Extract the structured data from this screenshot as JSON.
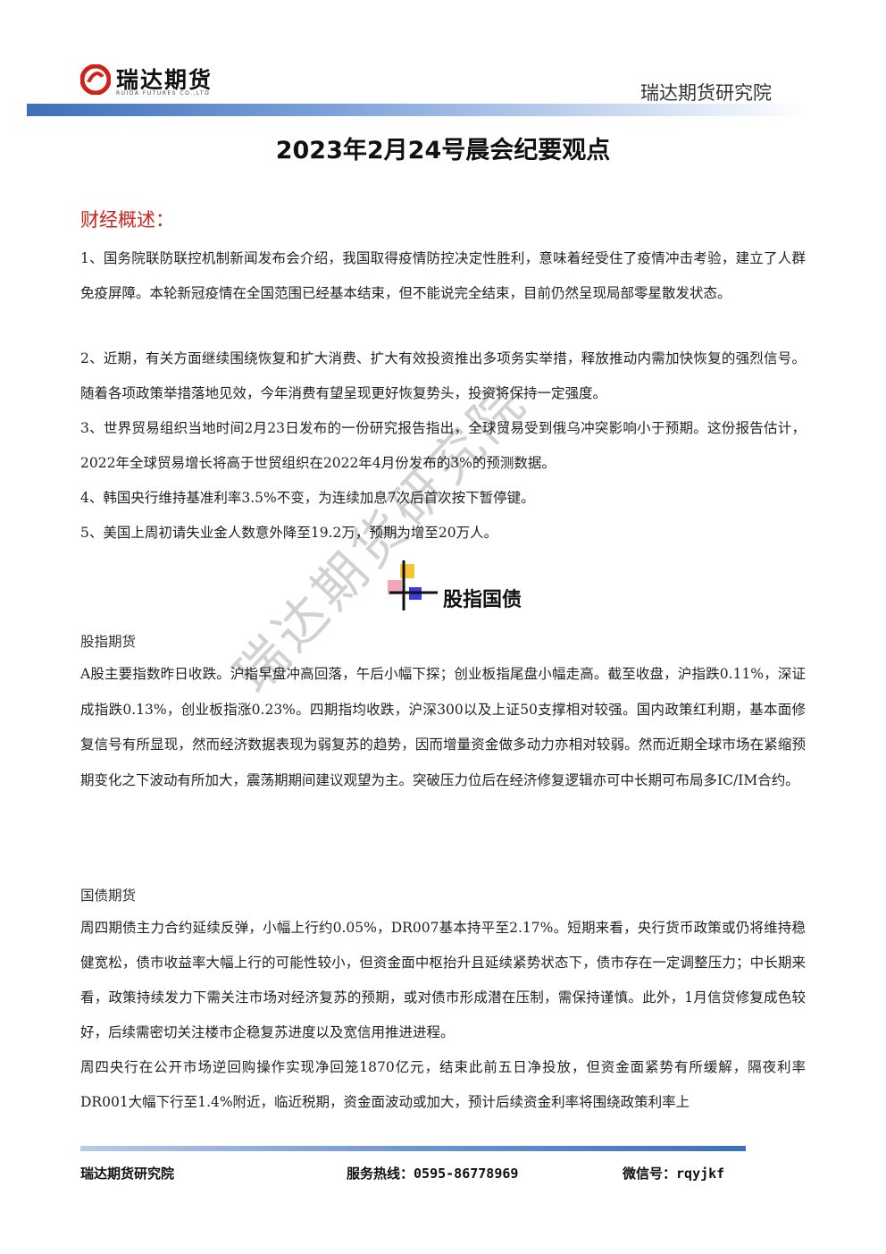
{
  "header": {
    "logo_text": "瑞达期货",
    "logo_sub": "RUIDA FUTURES CO.,LTD",
    "institute": "瑞达期货研究院"
  },
  "title": "2023年2月24号晨会纪要观点",
  "finance": {
    "heading": "财经概述：",
    "items": [
      "1、国务院联防联控机制新闻发布会介绍，我国取得疫情防控决定性胜利，意味着经受住了疫情冲击考验，建立了人群免疫屏障。本轮新冠疫情在全国范围已经基本结束，但不能说完全结束，目前仍然呈现局部零星散发状态。",
      "2、近期，有关方面继续围绕恢复和扩大消费、扩大有效投资推出多项务实举措，释放推动内需加快恢复的强烈信号。随着各项政策举措落地见效，今年消费有望呈现更好恢复势头，投资将保持一定强度。",
      "3、世界贸易组织当地时间2月23日发布的一份研究报告指出，全球贸易受到俄乌冲突影响小于预期。这份报告估计，2022年全球贸易增长将高于世贸组织在2022年4月份发布的3%的预测数据。",
      "4、韩国央行维持基准利率3.5%不变，为连续加息7次后首次按下暂停键。",
      "5、美国上周初请失业金人数意外降至19.2万，预期为增至20万人。"
    ]
  },
  "section2": {
    "heading": "股指国债",
    "stock": {
      "label": "股指期货",
      "text": "A股主要指数昨日收跌。沪指早盘冲高回落，午后小幅下探；创业板指尾盘小幅走高。截至收盘，沪指跌0.11%，深证成指跌0.13%，创业板指涨0.23%。四期指均收跌，沪深300以及上证50支撑相对较强。国内政策红利期，基本面修复信号有所显现，然而经济数据表现为弱复苏的趋势，因而增量资金做多动力亦相对较弱。然而近期全球市场在紧缩预期变化之下波动有所加大，震荡期期间建议观望为主。突破压力位后在经济修复逻辑亦可中长期可布局多IC/IM合约。"
    },
    "bond": {
      "label": "国债期货",
      "text1": "周四期债主力合约延续反弹，小幅上行约0.05%，DR007基本持平至2.17%。短期来看，央行货币政策或仍将维持稳健宽松，债市收益率大幅上行的可能性较小，但资金面中枢抬升且延续紧势状态下，债市存在一定调整压力；中长期来看，政策持续发力下需关注市场对经济复苏的预期，或对债市形成潜在压制，需保持谨慎。此外，1月信贷修复成色较好，后续需密切关注楼市企稳复苏进度以及宽信用推进进程。",
      "text2": "周四央行在公开市场逆回购操作实现净回笼1870亿元，结束此前五日净投放，但资金面紧势有所缓解，隔夜利率DR001大幅下行至1.4%附近，临近税期，资金面波动或加大，预计后续资金利率将围绕政策利率上"
    }
  },
  "watermark": "瑞达期货研究院",
  "footer": {
    "institute": "瑞达期货研究院",
    "hotline_label": "服务热线：",
    "hotline": "0595-86778969",
    "wechat_label": "微信号：",
    "wechat": "rqyjkf"
  },
  "colors": {
    "accent_red": "#d0211b",
    "header_bar_blue": "#3e6fb8"
  }
}
